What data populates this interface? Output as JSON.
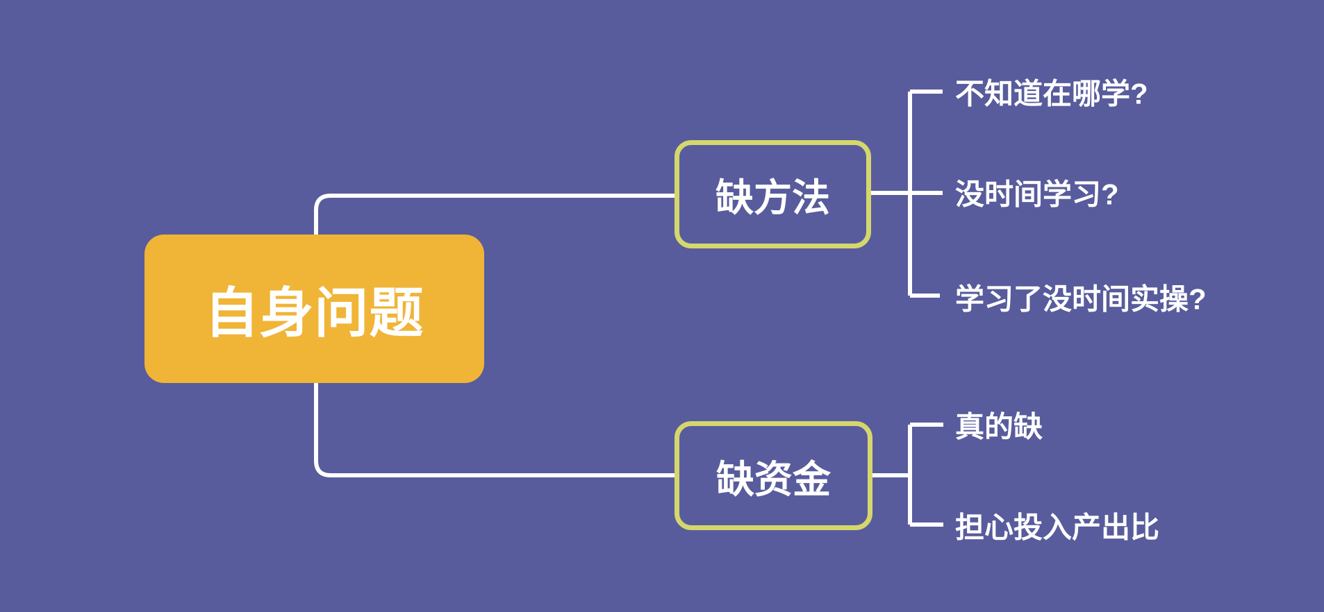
{
  "colors": {
    "background": "#585C9D",
    "root_fill": "#F0B437",
    "root_text": "#FFFFFF",
    "branch_border": "#D5D76C",
    "branch_text": "#FFFFFF",
    "leaf_text": "#FFFFFF",
    "connector": "#FFFFFF"
  },
  "root": {
    "label": "自身问题"
  },
  "branches": [
    {
      "label": "缺方法",
      "children": [
        "不知道在哪学?",
        "没时间学习?",
        "学习了没时间实操?"
      ]
    },
    {
      "label": "缺资金",
      "children": [
        "真的缺",
        "担心投入产出比"
      ]
    }
  ]
}
